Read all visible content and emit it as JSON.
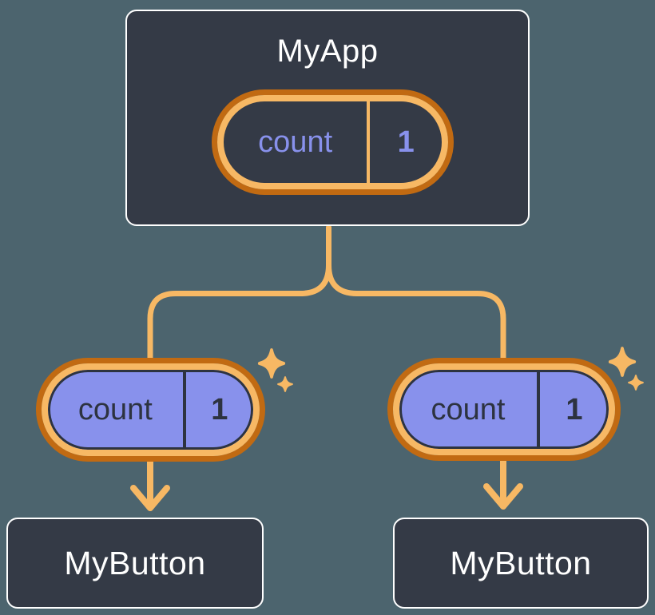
{
  "diagram": {
    "description": "React component tree sharing state: parent passes count state down to two buttons",
    "colors": {
      "canvas": "#4C646E",
      "node_fill": "#343A46",
      "node_border": "#FFFFFF",
      "node_text": "#FFFFFF",
      "pill_purple": "#8891EC",
      "pill_dark_text": "#2D3340",
      "orange_light": "#F7B864",
      "orange_dark": "#C16A12"
    },
    "parent_node": {
      "label": "MyApp",
      "state_pill": {
        "name": "count",
        "value": "1"
      }
    },
    "child_nodes": [
      {
        "label": "MyButton",
        "prop_pill": {
          "name": "count",
          "value": "1"
        }
      },
      {
        "label": "MyButton",
        "prop_pill": {
          "name": "count",
          "value": "1"
        }
      }
    ]
  }
}
